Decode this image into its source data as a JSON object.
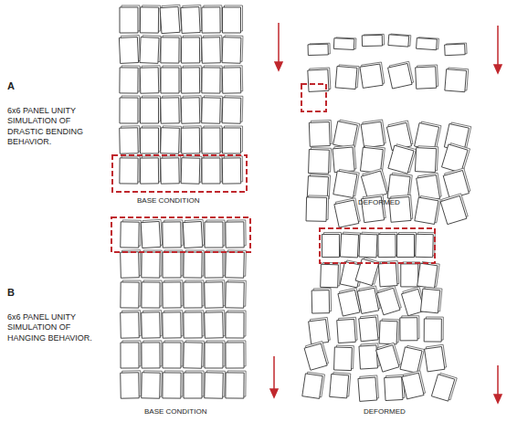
{
  "diagram": {
    "labels": [
      "A",
      "6x6 PANEL UNITY SIMULATION OF DRASTIC BENDING BEHAVIOR.",
      "BASE CONDITION",
      "DEFORMED",
      "B",
      "6x6 PANEL UNITY SIMULATION OF HANGING BEHAVIOR.",
      "BASE CONDITION",
      "DEFORMED"
    ]
  }
}
